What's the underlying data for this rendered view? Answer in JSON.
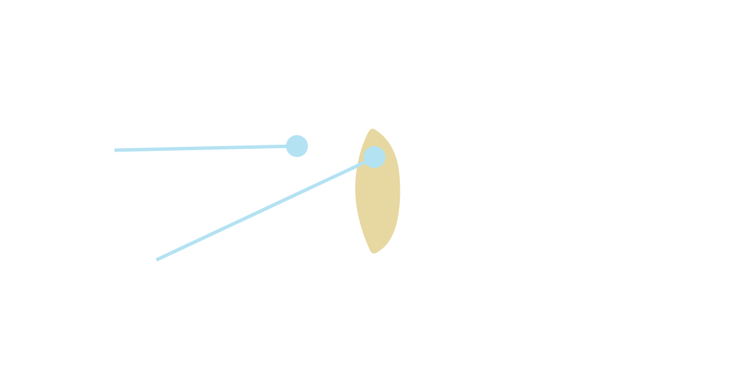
{
  "colors": {
    "background": "#ffffff",
    "lens_fill": "#e6d8a0",
    "ray_color": "#b3e2f2"
  },
  "elements": {
    "lens": "lens",
    "ray_upper": "ray",
    "ray_lower": "ray",
    "point_upper": "point",
    "point_lower": "point"
  }
}
